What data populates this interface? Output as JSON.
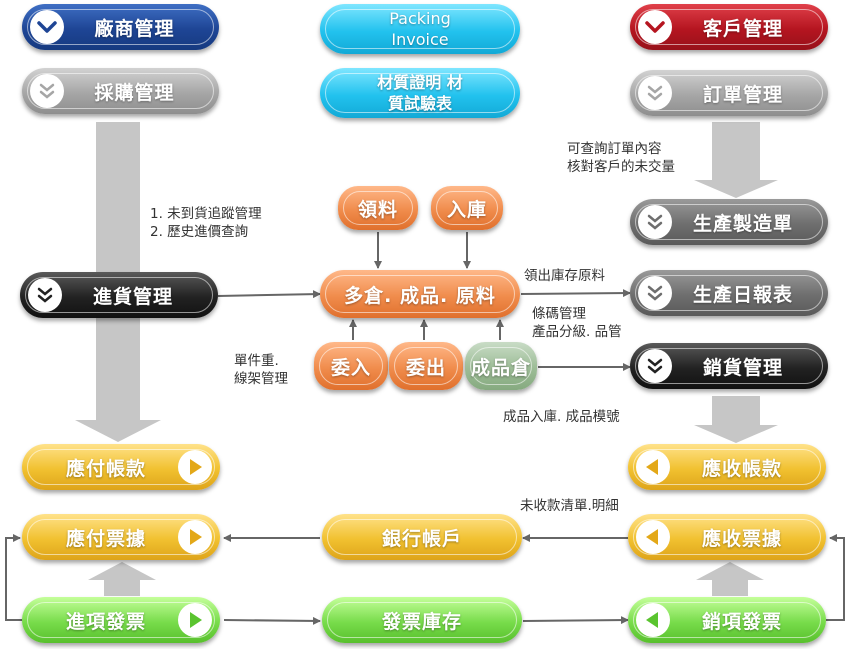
{
  "nodes": {
    "vendor_mgmt": "廠商管理",
    "packing_invoice": "Packing Invoice",
    "customer_mgmt": "客戶管理",
    "purchase_mgmt": "採購管理",
    "material_cert": "材質證明 材質試驗表",
    "order_mgmt": "訂單管理",
    "requisition": "領料",
    "stock_in": "入庫",
    "production_order": "生產製造單",
    "receiving_mgmt": "進貨管理",
    "warehouse": "多倉. 成品. 原料",
    "daily_report": "生產日報表",
    "consign_in": "委入",
    "consign_out": "委出",
    "finished_store": "成品倉",
    "sales_mgmt": "銷貨管理",
    "payable": "應付帳款",
    "receivable": "應收帳款",
    "notes_payable": "應付票據",
    "bank_account": "銀行帳戶",
    "notes_receivable": "應收票據",
    "input_invoice": "進項發票",
    "invoice_stock": "發票庫存",
    "output_invoice": "銷項發票"
  },
  "notes": {
    "purchase_note_1": "1. 未到貨追蹤管理",
    "purchase_note_2": "2. 歷史進價查詢",
    "order_note_1": "可查詢訂單內容",
    "order_note_2": "核對客戶的未交量",
    "issue_note": "領出庫存原料",
    "barcode_note_1": "條碼管理",
    "barcode_note_2": "產品分級. 品管",
    "weight_note_1": "單件重.",
    "weight_note_2": "線架管理",
    "finished_note": "成品入庫. 成品模號",
    "unpaid_note": "未收款清單.明細"
  },
  "icons": {
    "vendor": "chevron-down-icon",
    "customer": "chevron-down-icon",
    "purchase": "double-chevron-down-icon",
    "order": "double-chevron-down-icon",
    "production": "double-chevron-down-icon",
    "receiving": "double-chevron-down-icon",
    "daily": "double-chevron-down-icon",
    "sales": "double-chevron-down-icon",
    "play_right": "play-right-icon",
    "play_left": "play-left-icon"
  },
  "colors": {
    "vendor": "#1e4595",
    "customer": "#b51520",
    "document": "#22c2ee",
    "process_light": "#a6a6a6",
    "process_dark": "#6e6e6e",
    "active": "#222222",
    "finance": "#f1c130",
    "invoice": "#78dc4b",
    "warehouse": "#f08c4c",
    "finished_store": "#9cbc96",
    "flow_arrow": "#c6c6c6",
    "connector": "#666666"
  }
}
